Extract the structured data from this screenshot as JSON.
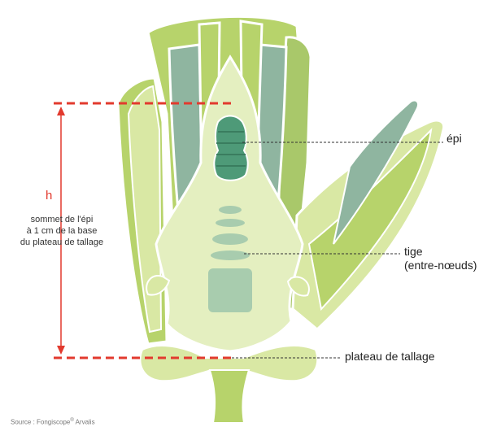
{
  "labels": {
    "epi": "épi",
    "tige_line1": "tige",
    "tige_line2": "(entre-nœuds)",
    "plateau": "plateau de tallage",
    "h": "h",
    "note_line1": "sommet de l'épi",
    "note_line2": "à 1 cm de la base",
    "note_line3": "du plateau de tallage"
  },
  "source": {
    "prefix": "Source : Fongiscope",
    "mark": "®",
    "suffix": " Arvalis"
  },
  "colors": {
    "measure_red": "#e23a2e",
    "leaf_dark": "#b7d36b",
    "leaf_light": "#d9e8a4",
    "leaf_teal": "#8fb5a0",
    "inner_body": "#e4efc0",
    "epi_green": "#4e9a78",
    "stem_green": "#a8ccae",
    "outline_white": "#ffffff",
    "leader_line": "#333333"
  }
}
